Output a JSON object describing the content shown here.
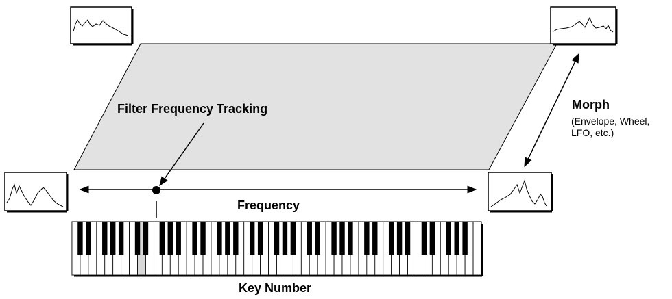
{
  "labels": {
    "tracking": "Filter Frequency Tracking",
    "frequency": "Frequency",
    "key_number": "Key Number",
    "morph_title": "Morph",
    "morph_sources": [
      "(Envelope, Wheel,",
      "LFO, etc.)"
    ]
  },
  "colors": {
    "plane_fill": "#e2e2e2",
    "highlight_key": "#d8d8d8",
    "ink": "#000000"
  },
  "keyboard": {
    "white_keys": 50,
    "highlighted_white_key_index": 8
  },
  "spectrum_icons": [
    "top-left",
    "top-right",
    "bottom-left",
    "bottom-right"
  ]
}
